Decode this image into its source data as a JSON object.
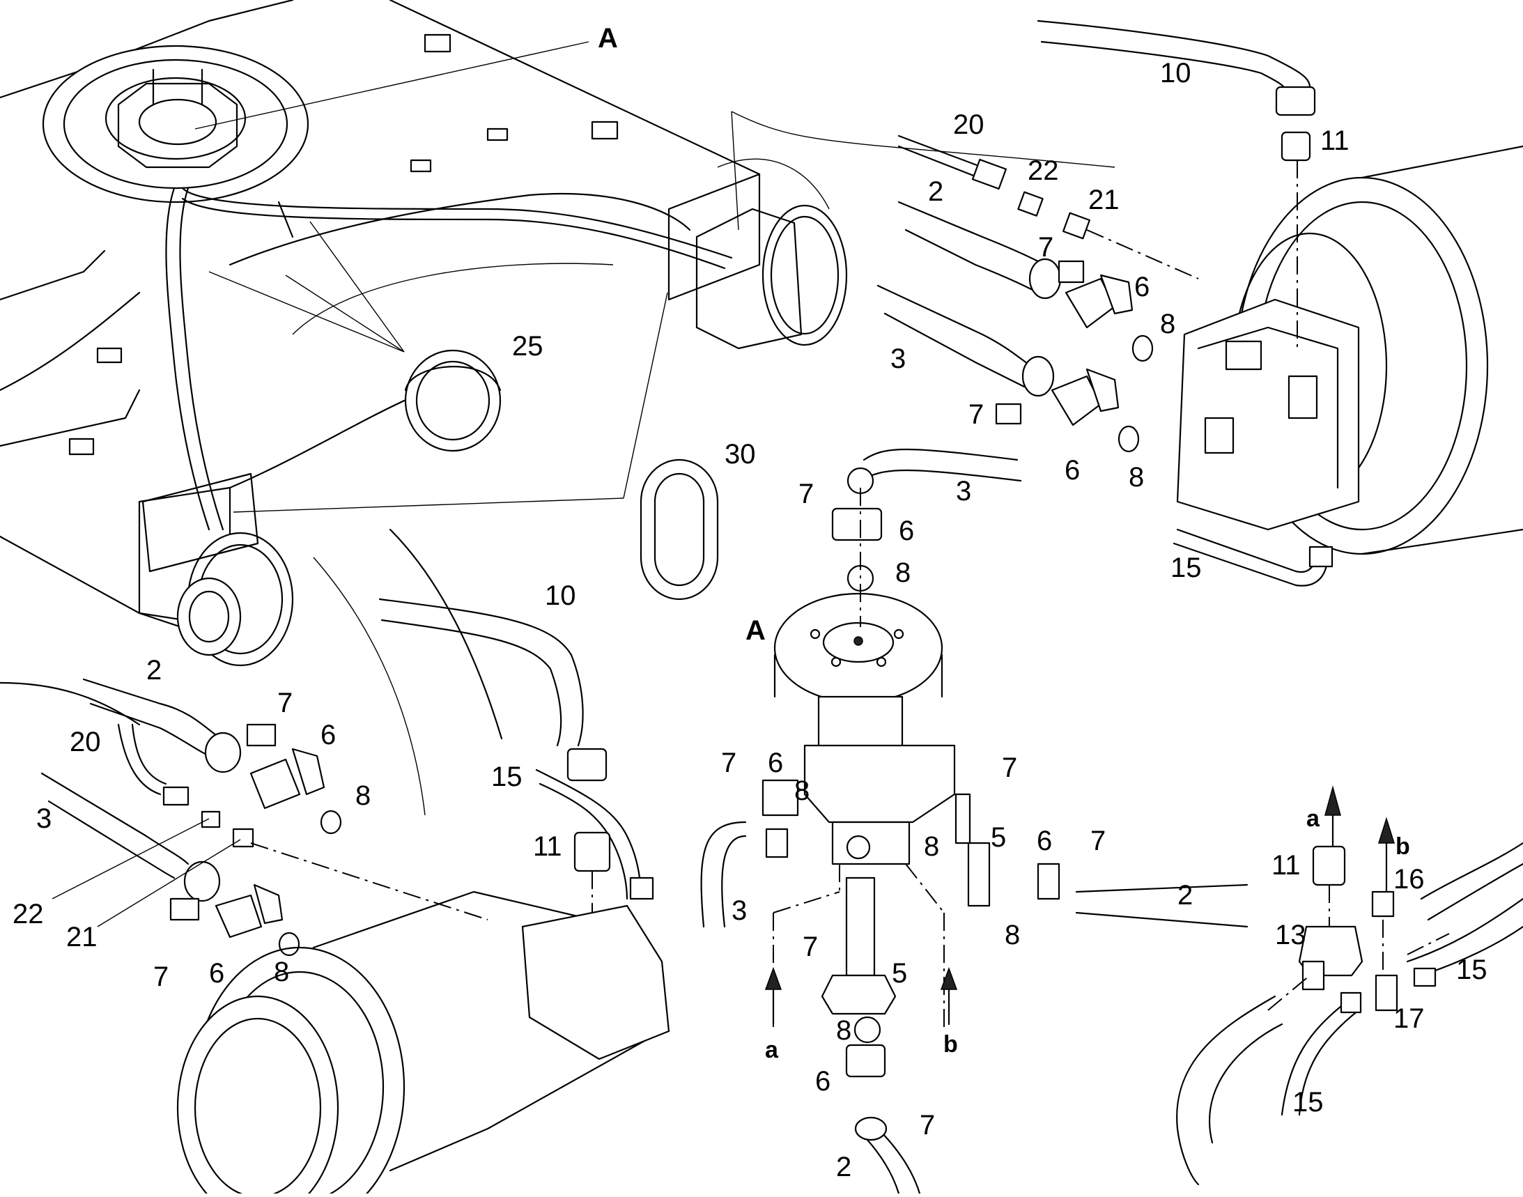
{
  "diagram": {
    "view_labels": {
      "a1": "A",
      "a2": "A"
    },
    "port_labels": {
      "a": "a",
      "b": "b"
    },
    "callouts": {
      "c10_top": "10",
      "c11_top": "11",
      "c20_top": "20",
      "c22_top": "22",
      "c21_top": "21",
      "c2_top": "2",
      "c7_top": "7",
      "c6_top": "6",
      "c8_top": "8",
      "c3_top": "3",
      "c7_top2": "7",
      "c6_top2": "6",
      "c8_top2": "8",
      "c15_top": "15",
      "c25": "25",
      "c30": "30",
      "c7_sw": "7",
      "c6_sw": "6",
      "c8_sw": "8",
      "c3_sw": "3",
      "c10_mid": "10",
      "c15_mid": "15",
      "c11_mid": "11",
      "c2_left": "2",
      "c7_left": "7",
      "c20_left": "20",
      "c6_left": "6",
      "c8_left": "8",
      "c3_left": "3",
      "c22_left": "22",
      "c21_left": "21",
      "c7_left2": "7",
      "c6_left2": "6",
      "c8_left2": "8",
      "c7_ctrL": "7",
      "c6_ctrL": "6",
      "c8_ctrL": "8",
      "c3_ctrL": "3",
      "c7_ctrR": "7",
      "c8_ctrR": "8",
      "c5_ctrR": "5",
      "c6_ctrR": "6",
      "c7_ctrR2": "7",
      "c2_ctrR": "2",
      "c8_ctrR2": "8",
      "c7_ctrB": "7",
      "c5_ctrB": "5",
      "c8_ctrB": "8",
      "c6_ctrB": "6",
      "c7_ctrB2": "7",
      "c2_ctrB": "2",
      "c11_br": "11",
      "c16_br": "16",
      "c13_br": "13",
      "c15_br1": "15",
      "c17_br": "17",
      "c15_br2": "15"
    }
  }
}
